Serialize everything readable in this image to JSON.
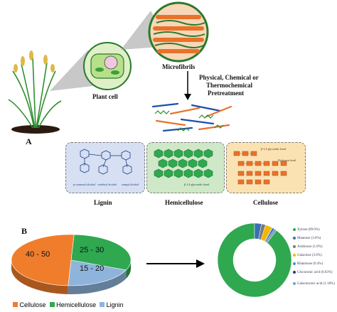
{
  "panel_labels": {
    "a": "A",
    "b": "B"
  },
  "top": {
    "plant_cell": "Plant cell",
    "microfibrils": "Microfibrils",
    "pretreatment_line1": "Physical, Chemical or",
    "pretreatment_line2": "Thermochemical",
    "pretreatment_line3": "Pretreatment"
  },
  "components": {
    "lignin": "Lignin",
    "hemicellulose": "Hemicellulose",
    "cellulose": "Cellulose",
    "cellulose_labels": {
      "beta14": "β-1,4-glycosidic bond",
      "hbond": "Hydrogen bond"
    },
    "hemi_label": "β-1,4-glycosidic bond",
    "lignin_labels": [
      "p-coumaryl alcohol",
      "coniferyl alcohol",
      "sinapyl alcohol"
    ]
  },
  "chart_data": [
    {
      "type": "pie",
      "categories": [
        "Cellulose",
        "Hemicellulose",
        "Lignin"
      ],
      "values": [
        "40 - 50",
        "25 - 30",
        "15 - 20"
      ],
      "colors": [
        "#f07d2c",
        "#2fa84f",
        "#8fb4dc"
      ],
      "legend": [
        "Cellulose",
        "Hemicellulose",
        "Lignin"
      ],
      "legend_position": "bottom"
    },
    {
      "type": "pie",
      "style": "donut",
      "categories": [
        "Xylose (89.0%)",
        "Mannose (3.0%)",
        "Arabinose (1.8%)",
        "Galactose (3.0%)",
        "Rhamnose (0.4%)",
        "Glucuronic acid (0.63%)",
        "Galacturonic acid (1.18%)"
      ],
      "values": [
        89.0,
        3.0,
        1.8,
        3.0,
        0.4,
        0.63,
        1.18
      ],
      "colors": [
        "#2fa84f",
        "#3b6fb6",
        "#7a7a7a",
        "#f2b705",
        "#4a90d9",
        "#1f3d7a",
        "#7aa0c8"
      ],
      "legend_position": "right"
    }
  ]
}
